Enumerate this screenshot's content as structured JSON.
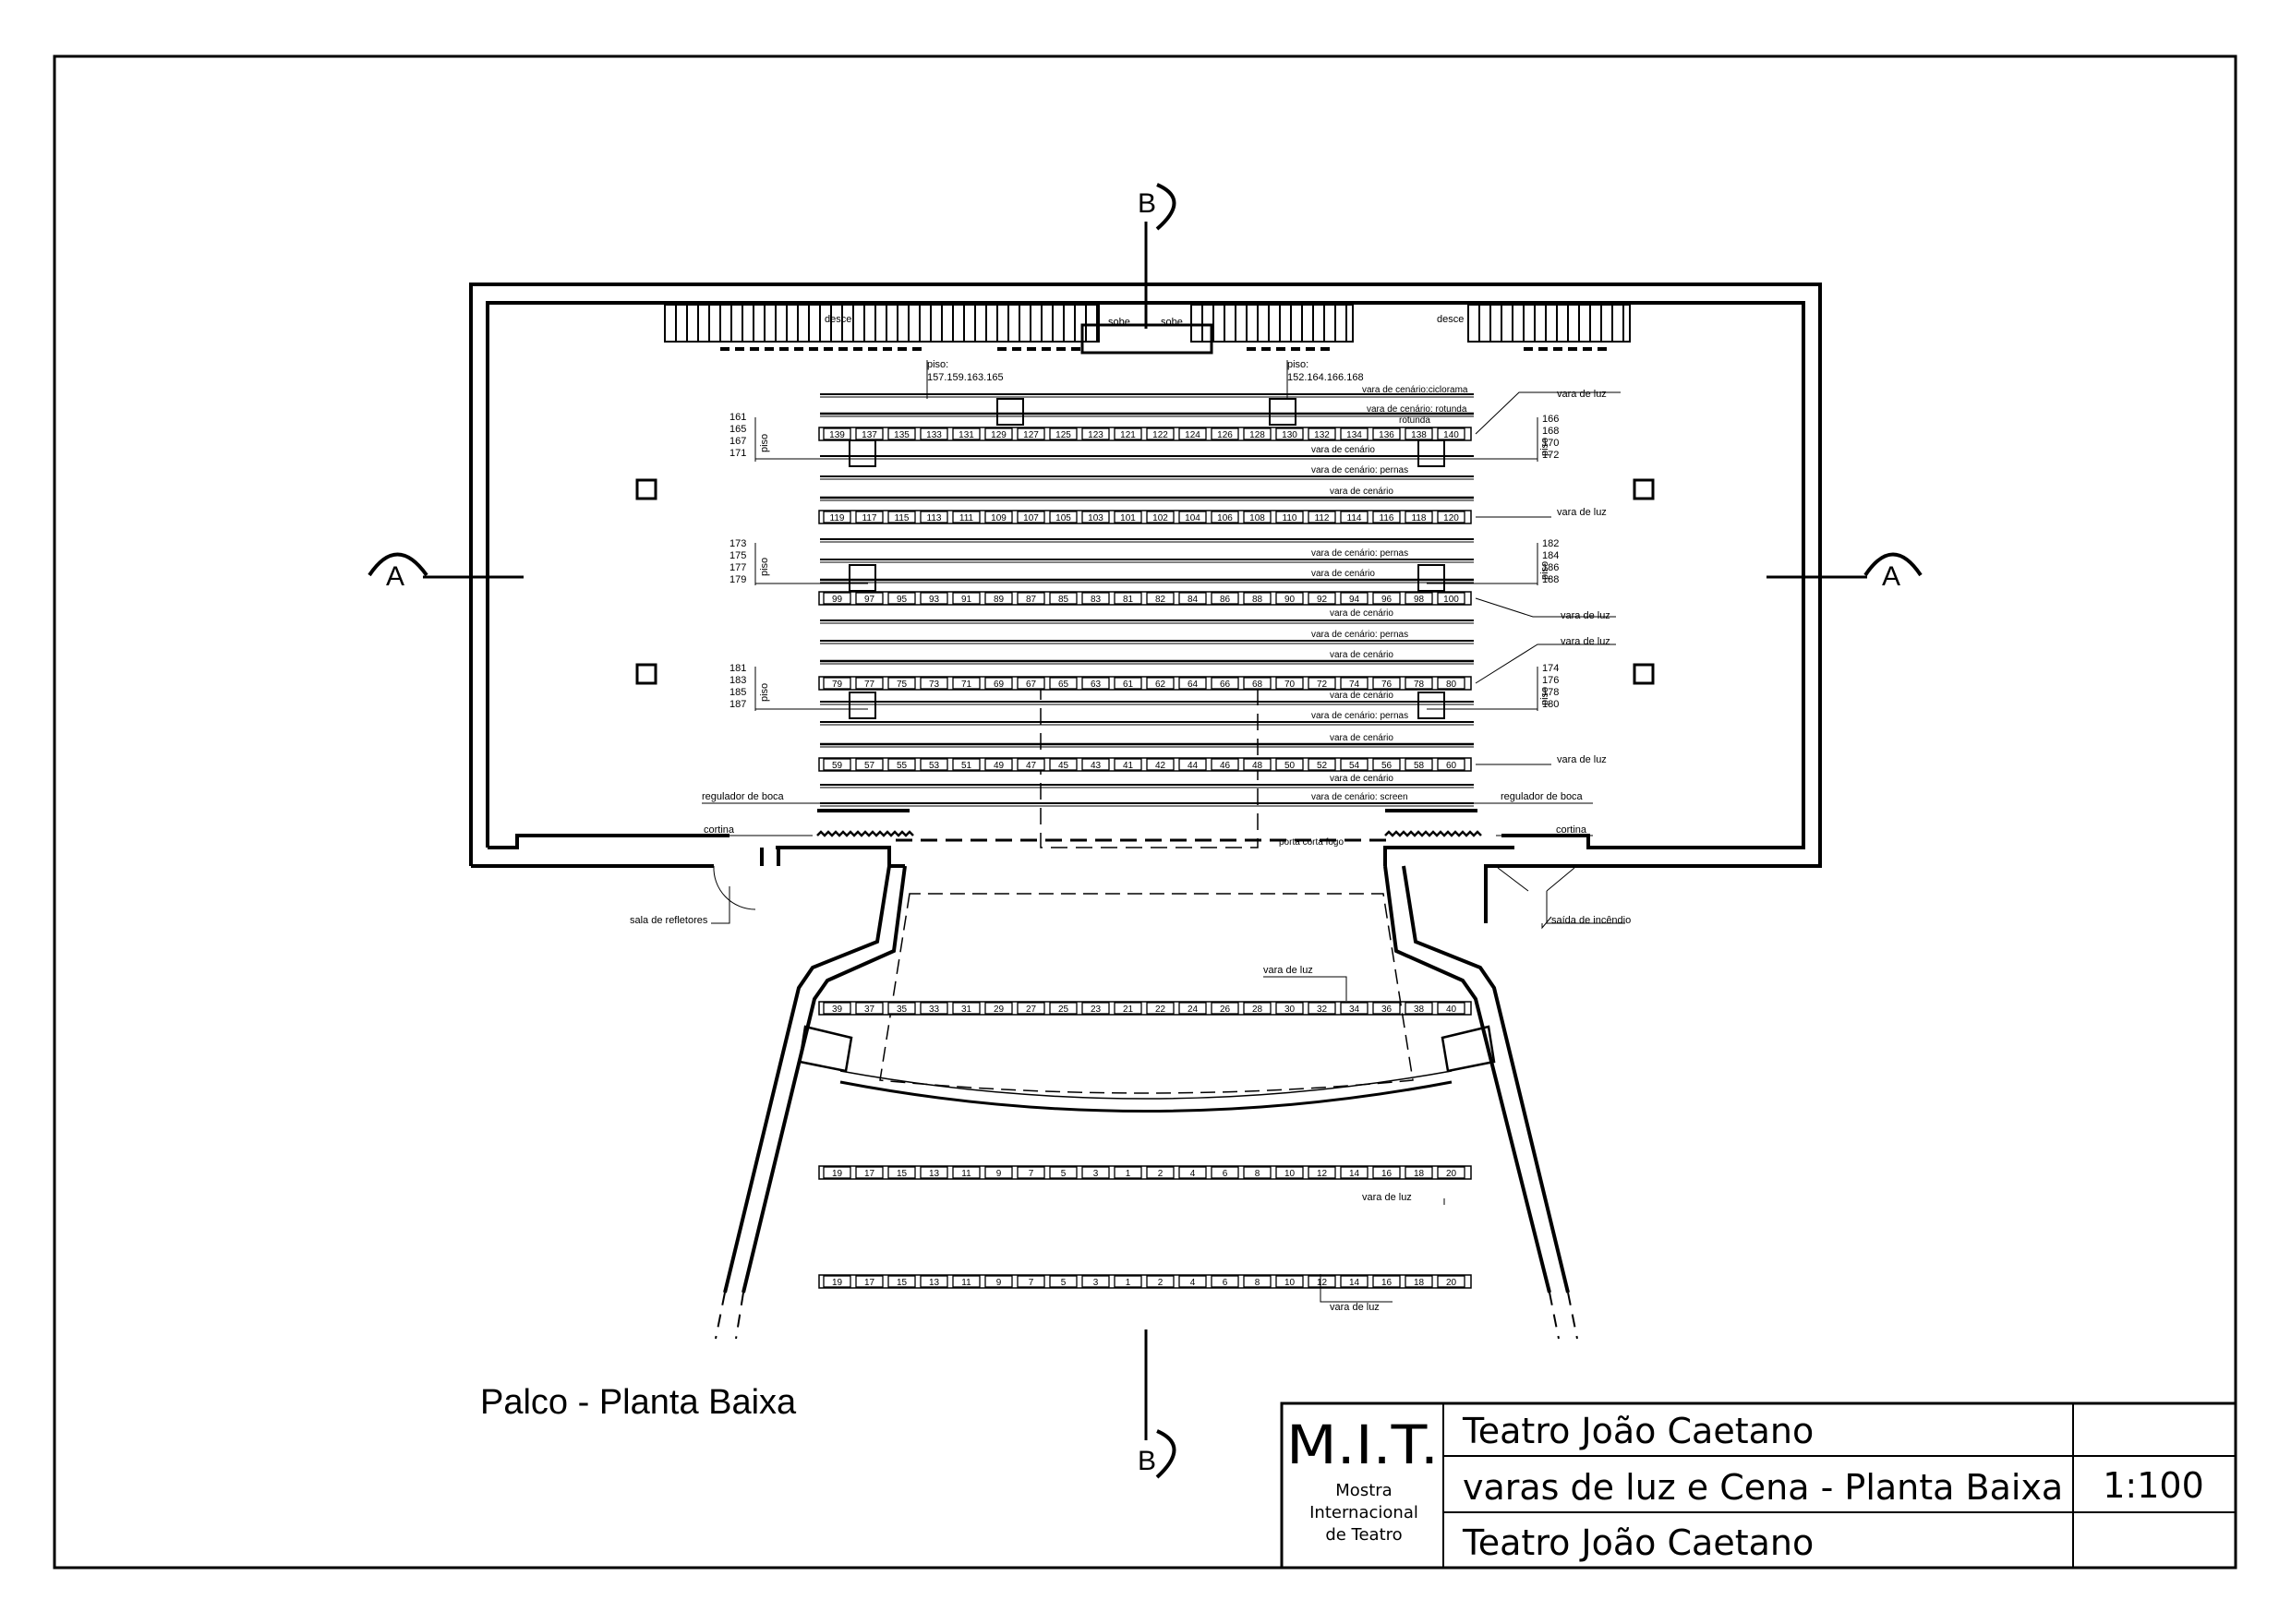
{
  "drawing": {
    "plan_title": "Palco - Planta Baixa",
    "section_a": "A",
    "section_b": "B"
  },
  "labels": {
    "desce": "desce",
    "sobe": "sobe",
    "piso_left_top": "piso:",
    "piso_left_top_vals": "157.159.163.165",
    "piso_right_top": "piso:",
    "piso_right_top_vals": "152.164.166.168",
    "ciclorama": "vara de cenário:ciclorama",
    "rotunda": "vara de cenário: rotunda",
    "rotunda_sub": "rotunda",
    "vara_cenario": "vara de cenário",
    "pernas": "vara de cenário: pernas",
    "screen": "vara de cenário: screen",
    "vara_luz": "vara de luz",
    "piso": "piso",
    "regulador": "regulador de boca",
    "cortina": "cortina",
    "porta": "porta corta fogo",
    "sala": "sala de refletores",
    "saida": "saída de incêndio"
  },
  "stacks": {
    "left1": [
      "161",
      "165",
      "167",
      "171"
    ],
    "right1": [
      "166",
      "168",
      "170",
      "172"
    ],
    "left2": [
      "173",
      "175",
      "177",
      "179"
    ],
    "right2": [
      "182",
      "184",
      "186",
      "188"
    ],
    "left3": [
      "181",
      "183",
      "185",
      "187"
    ],
    "right3": [
      "174",
      "176",
      "178",
      "180"
    ]
  },
  "bars": {
    "bar1": [
      "139",
      "137",
      "135",
      "133",
      "131",
      "129",
      "127",
      "125",
      "123",
      "121",
      "122",
      "124",
      "126",
      "128",
      "130",
      "132",
      "134",
      "136",
      "138",
      "140"
    ],
    "bar2": [
      "119",
      "117",
      "115",
      "113",
      "111",
      "109",
      "107",
      "105",
      "103",
      "101",
      "102",
      "104",
      "106",
      "108",
      "110",
      "112",
      "114",
      "116",
      "118",
      "120"
    ],
    "bar3": [
      "99",
      "97",
      "95",
      "93",
      "91",
      "89",
      "87",
      "85",
      "83",
      "81",
      "82",
      "84",
      "86",
      "88",
      "90",
      "92",
      "94",
      "96",
      "98",
      "100"
    ],
    "bar4": [
      "79",
      "77",
      "75",
      "73",
      "71",
      "69",
      "67",
      "65",
      "63",
      "61",
      "62",
      "64",
      "66",
      "68",
      "70",
      "72",
      "74",
      "76",
      "78",
      "80"
    ],
    "bar5": [
      "59",
      "57",
      "55",
      "53",
      "51",
      "49",
      "47",
      "45",
      "43",
      "41",
      "42",
      "44",
      "46",
      "48",
      "50",
      "52",
      "54",
      "56",
      "58",
      "60"
    ],
    "bar6": [
      "39",
      "37",
      "35",
      "33",
      "31",
      "29",
      "27",
      "25",
      "23",
      "21",
      "22",
      "24",
      "26",
      "28",
      "30",
      "32",
      "34",
      "36",
      "38",
      "40"
    ],
    "bar7": [
      "19",
      "17",
      "15",
      "13",
      "11",
      "9",
      "7",
      "5",
      "3",
      "1",
      "2",
      "4",
      "6",
      "8",
      "10",
      "12",
      "14",
      "16",
      "18",
      "20"
    ],
    "bar8": [
      "19",
      "17",
      "15",
      "13",
      "11",
      "9",
      "7",
      "5",
      "3",
      "1",
      "2",
      "4",
      "6",
      "8",
      "10",
      "12",
      "14",
      "16",
      "18",
      "20"
    ]
  },
  "title_block": {
    "logo": "M.I.T.",
    "org_line1": "Mostra",
    "org_line2": "Internacional",
    "org_line3": "de Teatro",
    "row1": "Teatro João Caetano",
    "row2": "varas de luz e Cena - Planta Baixa",
    "row3": "Teatro João Caetano",
    "scale": "1:100"
  }
}
